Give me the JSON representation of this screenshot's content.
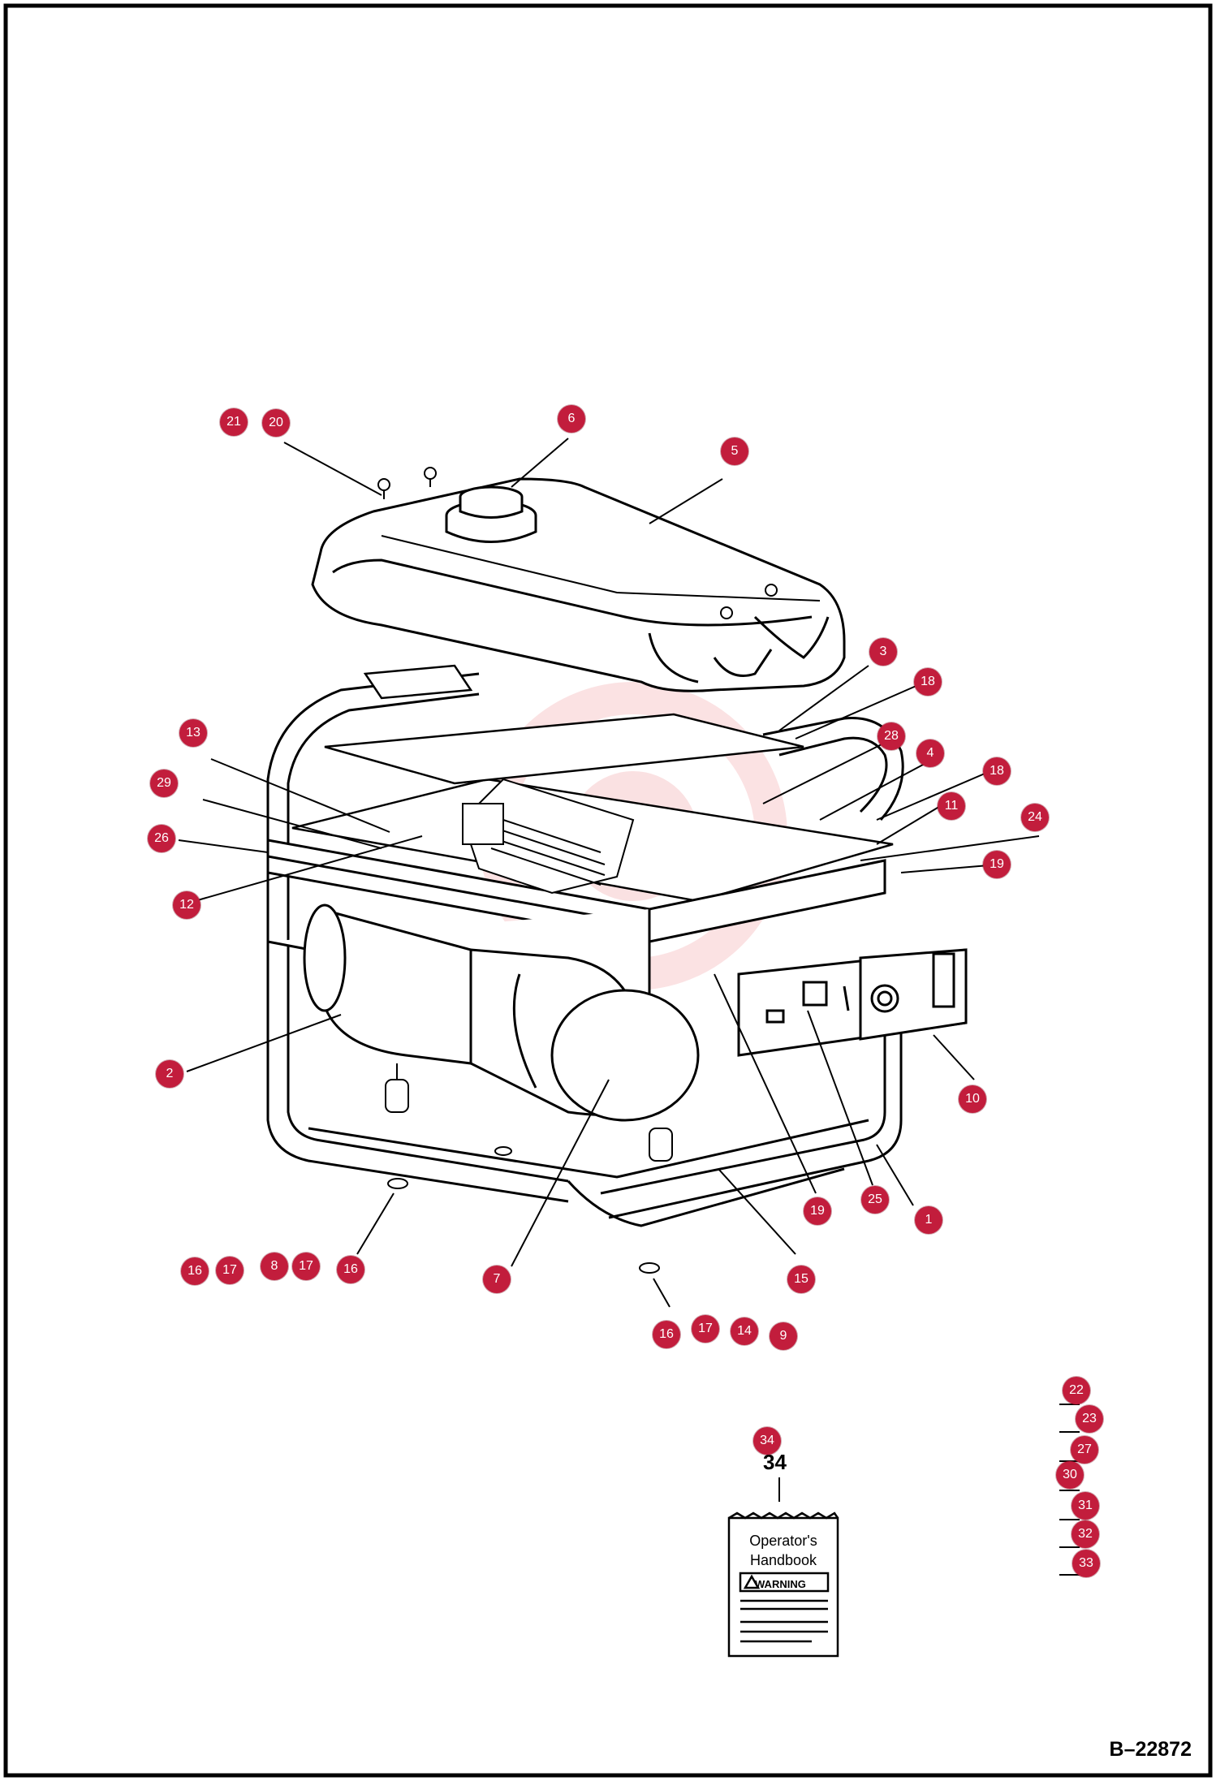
{
  "drawing_code": "B–22872",
  "manual": {
    "number": "34",
    "title_line1": "Operator's",
    "title_line2": "Handbook",
    "warning": "WARNING"
  },
  "callouts": [
    {
      "id": "21",
      "name": "callout-21"
    },
    {
      "id": "20",
      "name": "callout-20"
    },
    {
      "id": "6",
      "name": "callout-6"
    },
    {
      "id": "5",
      "name": "callout-5"
    },
    {
      "id": "3",
      "name": "callout-3"
    },
    {
      "id": "18",
      "name": "callout-18-a"
    },
    {
      "id": "28",
      "name": "callout-28"
    },
    {
      "id": "4",
      "name": "callout-4"
    },
    {
      "id": "18",
      "name": "callout-18-b"
    },
    {
      "id": "11",
      "name": "callout-11"
    },
    {
      "id": "24",
      "name": "callout-24"
    },
    {
      "id": "19",
      "name": "callout-19-a"
    },
    {
      "id": "13",
      "name": "callout-13"
    },
    {
      "id": "29",
      "name": "callout-29"
    },
    {
      "id": "26",
      "name": "callout-26"
    },
    {
      "id": "12",
      "name": "callout-12"
    },
    {
      "id": "2",
      "name": "callout-2"
    },
    {
      "id": "10",
      "name": "callout-10"
    },
    {
      "id": "19",
      "name": "callout-19-b"
    },
    {
      "id": "25",
      "name": "callout-25"
    },
    {
      "id": "1",
      "name": "callout-1"
    },
    {
      "id": "16",
      "name": "callout-16-a"
    },
    {
      "id": "17",
      "name": "callout-17-a"
    },
    {
      "id": "8",
      "name": "callout-8"
    },
    {
      "id": "17",
      "name": "callout-17-b"
    },
    {
      "id": "16",
      "name": "callout-16-b"
    },
    {
      "id": "7",
      "name": "callout-7"
    },
    {
      "id": "15",
      "name": "callout-15"
    },
    {
      "id": "16",
      "name": "callout-16-c"
    },
    {
      "id": "17",
      "name": "callout-17-c"
    },
    {
      "id": "14",
      "name": "callout-14"
    },
    {
      "id": "9",
      "name": "callout-9"
    },
    {
      "id": "22",
      "name": "callout-22"
    },
    {
      "id": "23",
      "name": "callout-23"
    },
    {
      "id": "27",
      "name": "callout-27"
    },
    {
      "id": "30",
      "name": "callout-30"
    },
    {
      "id": "31",
      "name": "callout-31"
    },
    {
      "id": "32",
      "name": "callout-32"
    },
    {
      "id": "33",
      "name": "callout-33"
    },
    {
      "id": "34",
      "name": "callout-34"
    }
  ]
}
